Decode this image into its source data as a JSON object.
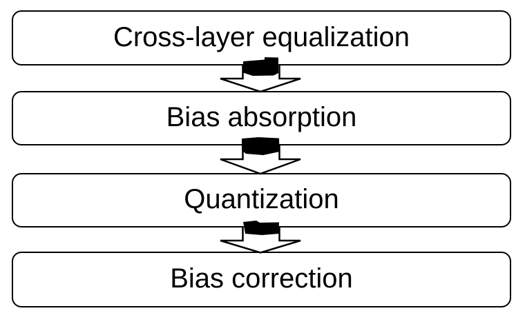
{
  "colors": {
    "background": "#ffffff",
    "box_fill": "#ffffff",
    "stroke": "#000000",
    "text": "#000000",
    "arrow_head_fill": "#ffffff",
    "arrow_stem_scribble_fill": "#000000"
  },
  "flowchart": {
    "steps": [
      {
        "label": "Cross-layer equalization"
      },
      {
        "label": "Bias absorption"
      },
      {
        "label": "Quantization"
      },
      {
        "label": "Bias correction"
      }
    ],
    "connectors": [
      {
        "icon": "down-block-arrow"
      },
      {
        "icon": "down-block-arrow"
      },
      {
        "icon": "down-block-arrow"
      }
    ]
  }
}
